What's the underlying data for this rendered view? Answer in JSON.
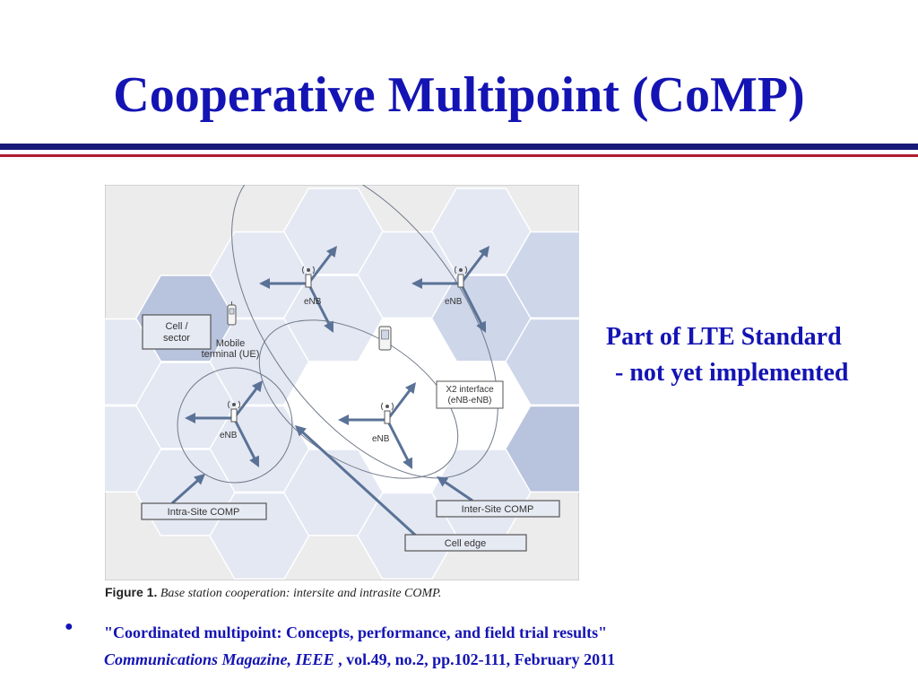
{
  "slide": {
    "title": "Cooperative Multipoint (CoMP)",
    "side_note": {
      "line1": "Part of LTE Standard",
      "line2": "- not yet implemented"
    },
    "reference": {
      "bullet": "●",
      "paper_title": "\"Coordinated multipoint: Concepts, performance, and field trial results\"",
      "journal": "Communications Magazine, IEEE",
      "details": " , vol.49, no.2, pp.102-111, February 2011"
    }
  },
  "figure": {
    "caption_label": "Figure 1.",
    "caption_text": " Base station cooperation: intersite and intrasite COMP.",
    "labels": {
      "cell_sector_1": "Cell /",
      "cell_sector_2": "sector",
      "mobile_1": "Mobile",
      "mobile_2": "terminal (UE)",
      "enb_top_left": "eNB",
      "enb_top_right": "eNB",
      "enb_left": "eNB",
      "enb_center": "eNB",
      "x2_1": "X2 interface",
      "x2_2": "(eNB-eNB)",
      "intra_site": "Intra-Site COMP",
      "inter_site": "Inter-Site COMP",
      "cell_edge": "Cell edge"
    },
    "colors": {
      "background": "#ececec",
      "hex_light": "#e4e8f3",
      "hex_mid": "#ced6ea",
      "hex_dark": "#b8c3dd",
      "hex_white": "#ffffff",
      "hex_stroke": "#ffffff",
      "arrow": "#5a7296",
      "box_fill": "#e6eaf3"
    }
  }
}
